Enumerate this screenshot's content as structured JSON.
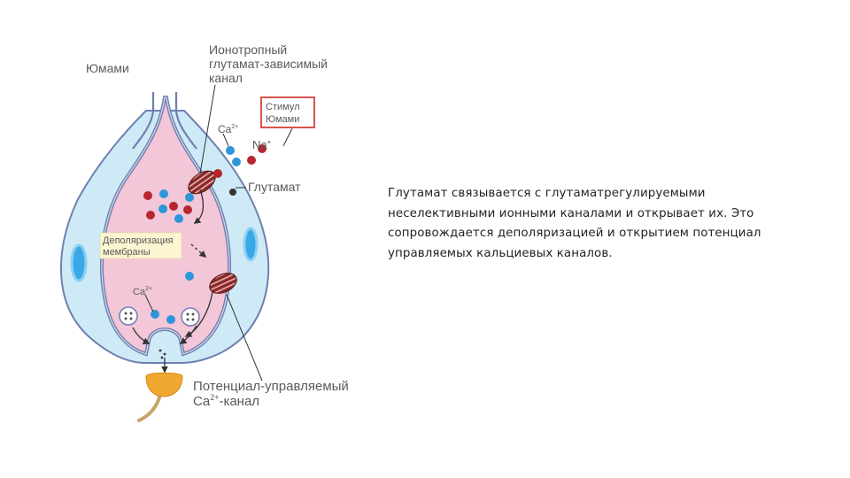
{
  "diagram": {
    "labels": {
      "umami": "Юмами",
      "ionotropic_1": "Ионотропный",
      "ionotropic_2": "глутамат-зависимый",
      "ionotropic_3": "канал",
      "stimulus_1": "Стимул",
      "stimulus_2": "Юмами",
      "ca_top": "Ca",
      "ca_top_sup": "2+",
      "na": "Na",
      "na_sup": "+",
      "glutamate": "Глутамат",
      "depol_1": "Деполяризация",
      "depol_2": "мембраны",
      "ca_mid": "Ca",
      "ca_mid_sup": "2+",
      "vgcc_1": "Потенциал-управляемый",
      "vgcc_2_pre": "Ca",
      "vgcc_2_sup": "2+",
      "vgcc_2_post": "-канал"
    },
    "colors": {
      "cell_outer": "#cfeaf7",
      "cell_border": "#6f7fb0",
      "cell_inner": "#f3c6d8",
      "calcium_ion": "#2b96d9",
      "sodium_ion": "#b5262e",
      "channel": "#8a2a2a",
      "stimulus_box_border": "#d9534f",
      "depol_box_fill": "#fbf5d2",
      "nerve_ending": "#f0a830"
    }
  },
  "caption": {
    "line1": "Глутамат связывается с глутаматрегулируемыми",
    "line2": "неселективными ионными каналами и открывает их. Это",
    "line3": "сопровождается деполяризацией и открытием потенциал",
    "line4": "управляемых кальциевых каналов."
  }
}
